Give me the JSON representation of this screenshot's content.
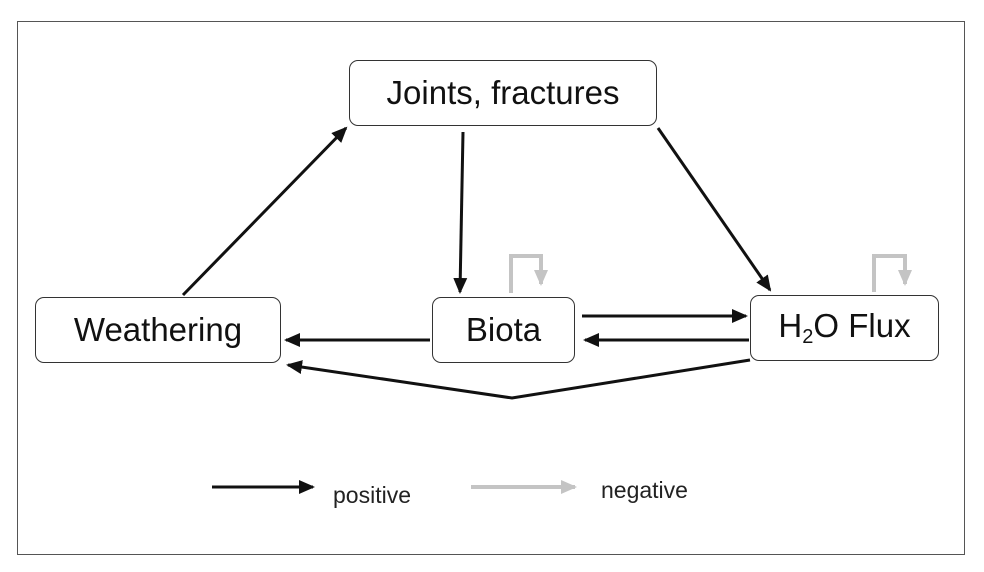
{
  "nodes": {
    "joints": "Joints, fractures",
    "weathering": "Weathering",
    "biota": "Biota",
    "h2o_prefix": "H",
    "h2o_sub": "2",
    "h2o_suffix": "O Flux"
  },
  "legend": {
    "positive": "positive",
    "negative": "negative"
  },
  "colors": {
    "positive": "#111111",
    "negative": "#c4c4c4"
  }
}
